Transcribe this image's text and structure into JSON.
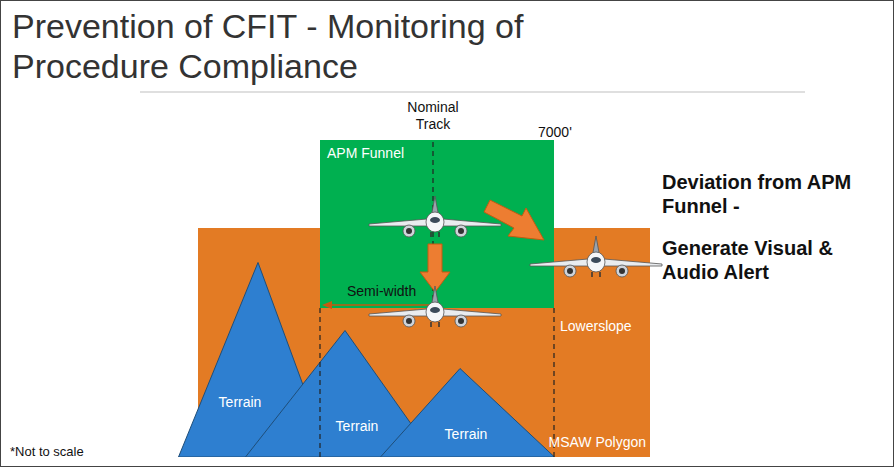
{
  "diagram": {
    "title": "Prevention of CFIT - Monitoring of Procedure Compliance",
    "nodes": [
      {
        "text": [
          "APM Funnel"
        ]
      },
      {
        "text": [
          "Lowerslope",
          "MSAW Polygon"
        ]
      },
      {
        "text": [
          "Terrain"
        ]
      },
      {
        "text": [
          "Terrain"
        ]
      },
      {
        "text": [
          "Terrain"
        ]
      }
    ],
    "labels": [
      "Nominal Track",
      "7000'",
      "Semi-width",
      "Deviation from APM Funnel -",
      "Generate Visual & Audio Alert",
      "*Not to scale"
    ]
  }
}
